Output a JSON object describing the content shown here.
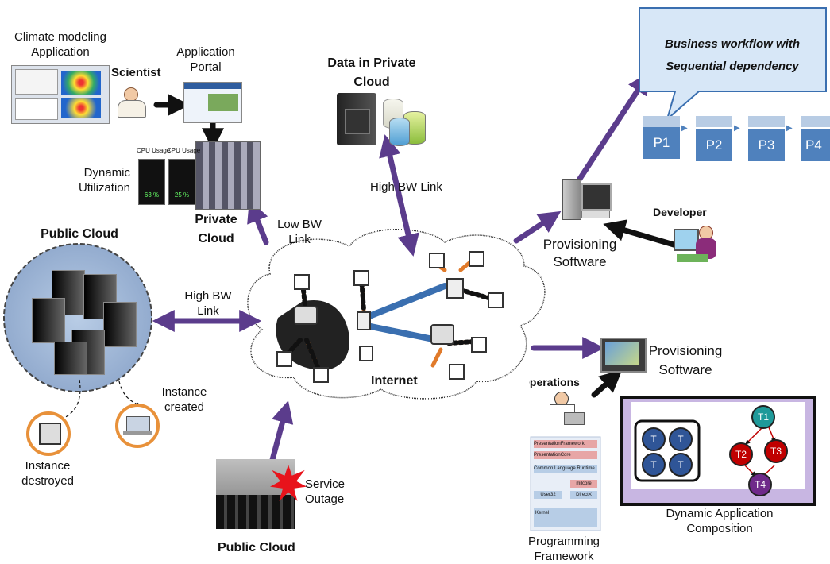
{
  "labels": {
    "climate_app": "Climate modeling",
    "climate_app2": "Application",
    "scientist": "Scientist",
    "app_portal": "Application",
    "app_portal2": "Portal",
    "dyn_util": "Dynamic",
    "dyn_util2": "Utilization",
    "private_cloud": "Private",
    "private_cloud2": "Cloud",
    "low_bw": "Low BW",
    "low_bw2": "Link",
    "data_private": "Data in Private",
    "data_private2": "Cloud",
    "high_bw_top": "High BW Link",
    "public_cloud_left": "Public Cloud",
    "high_bw_left": "High BW",
    "high_bw_left2": "Link",
    "instance_created": "Instance",
    "instance_created2": "created",
    "instance_destroyed": "Instance",
    "instance_destroyed2": "destroyed",
    "internet": "Internet",
    "service_outage": "Service",
    "service_outage2": "Outage",
    "public_cloud_bottom": "Public Cloud",
    "callout_line1": "Business workflow with",
    "callout_line2": "Sequential dependency",
    "developer": "Developer",
    "prov_sw_top": "Provisioning",
    "prov_sw_top2": "Software",
    "prov_sw_mid": "Provisioning",
    "prov_sw_mid2": "Software",
    "operations": "Operations",
    "prog_framework": "Programming",
    "prog_framework2": "Framework",
    "dyn_comp": "Dynamic Application",
    "dyn_comp2": "Composition"
  },
  "workflow_steps": [
    "P1",
    "P2",
    "P3",
    "P4"
  ],
  "composition": {
    "pool": [
      "T",
      "T",
      "T",
      "T"
    ],
    "tasks": [
      "T1",
      "T2",
      "T3",
      "T4"
    ]
  },
  "framework_layers": [
    "PresentationFramework",
    "PresentationCore",
    "Common Language Runtime",
    "milcore",
    "User32",
    "DirectX",
    "Kernel"
  ],
  "cpu_meters": [
    {
      "title": "CPU Usage",
      "value": "63 %",
      "level": 0.63
    },
    {
      "title": "CPU Usage",
      "value": "25 %",
      "level": 0.25
    }
  ],
  "colors": {
    "arrow_purple": "#5b3c8c",
    "link_blue": "#3a6fb0",
    "link_orange": "#e07a2a",
    "callout_fill": "#d7e7f7",
    "process_blue": "#4f81bd",
    "composition_bg": "#c8b6e2"
  }
}
